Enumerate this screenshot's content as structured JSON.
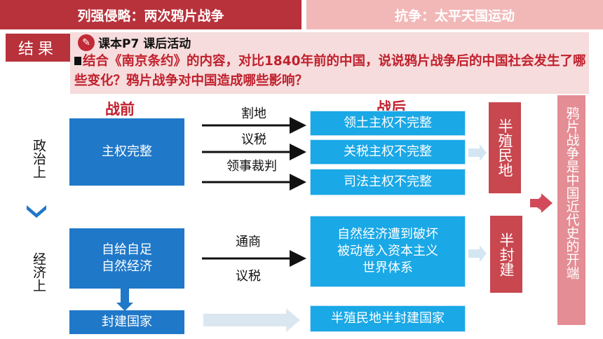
{
  "header": {
    "left_tab": "列强侵略：两次鸦片战争",
    "right_tab": "抗争：太平天国运动"
  },
  "result_label": "结果",
  "activity": {
    "icon": "book-icon",
    "title": "课本P7 课后活动",
    "question": "结合《南京条约》的内容，对比1840年前的中国，说说鸦片战争后的中国社会发生了哪些变化？鸦片战争对中国造成哪些影响？"
  },
  "columns": {
    "before": "战前",
    "after": "战后"
  },
  "rows": {
    "politics": {
      "label": "政治上",
      "before": "主权完整",
      "arrows": [
        "割地",
        "议税",
        "领事裁判"
      ],
      "after": [
        "领土主权不完整",
        "关税主权不完整",
        "司法主权不完整"
      ],
      "result": "半殖民地"
    },
    "economy": {
      "label": "经济上",
      "before": "自给自足\n自然经济",
      "arrows": [
        "通商",
        "议税"
      ],
      "after": "自然经济遭到破坏\n被动卷入资本主义\n世界体系",
      "result": "半封建"
    }
  },
  "nation": {
    "before": "封建国家",
    "after": "半殖民地半封建国家"
  },
  "conclusion": "鸦片战争是中国近代史的开端",
  "colors": {
    "red": "#b8323b",
    "pink": "#f2b8b8",
    "dark_blue": "#1f78c8",
    "light_blue": "#1aa8e6"
  }
}
